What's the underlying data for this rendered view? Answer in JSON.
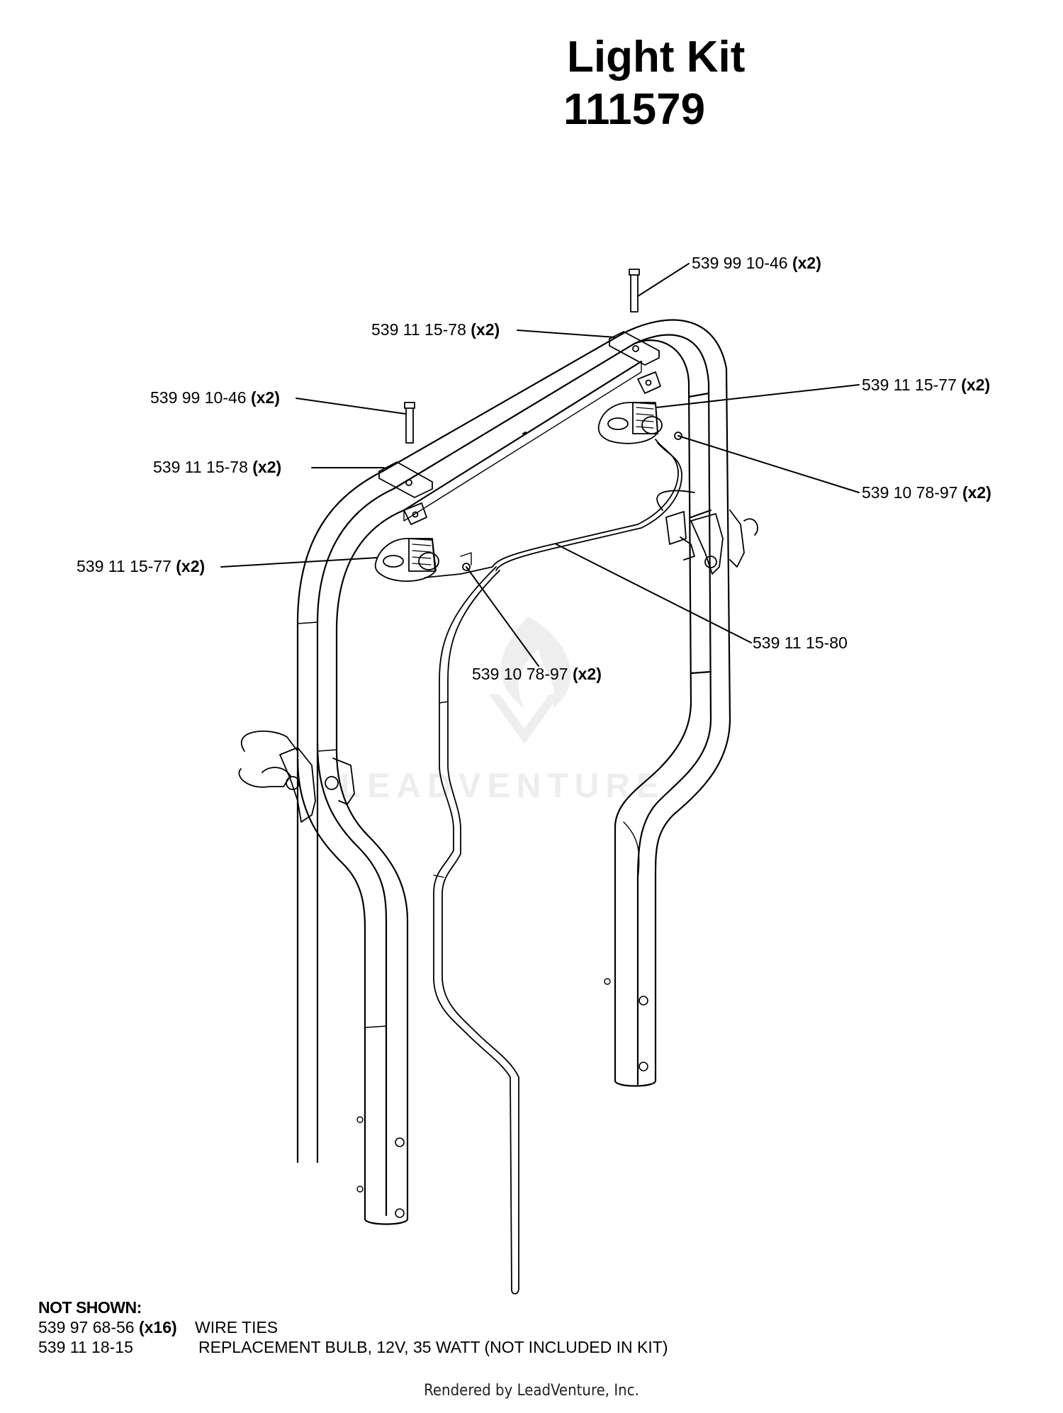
{
  "title": {
    "line1": "Light Kit",
    "line2": "111579"
  },
  "watermark": {
    "text": "LEADVENTURE"
  },
  "callouts": [
    {
      "part": "539 99 10-46",
      "qty": "(x2)"
    },
    {
      "part": "539 11 15-78",
      "qty": "(x2)"
    },
    {
      "part": "539 99 10-46",
      "qty": "(x2)"
    },
    {
      "part": "539 11 15-77",
      "qty": "(x2)"
    },
    {
      "part": "539 11 15-78",
      "qty": "(x2)"
    },
    {
      "part": "539 10 78-97",
      "qty": "(x2)"
    },
    {
      "part": "539 11 15-77",
      "qty": "(x2)"
    },
    {
      "part": "539 11 15-80",
      "qty": ""
    },
    {
      "part": "539 10 78-97",
      "qty": "(x2)"
    }
  ],
  "not_shown": {
    "heading": "NOT SHOWN:",
    "items": [
      {
        "part": "539 97 68-56",
        "qty": "(x16)",
        "description": "WIRE TIES"
      },
      {
        "part": "539 11 18-15",
        "qty": "",
        "description": "REPLACEMENT BULB, 12V, 35 WATT (NOT INCLUDED IN  KIT)"
      }
    ]
  },
  "footer": "Rendered by LeadVenture, Inc."
}
